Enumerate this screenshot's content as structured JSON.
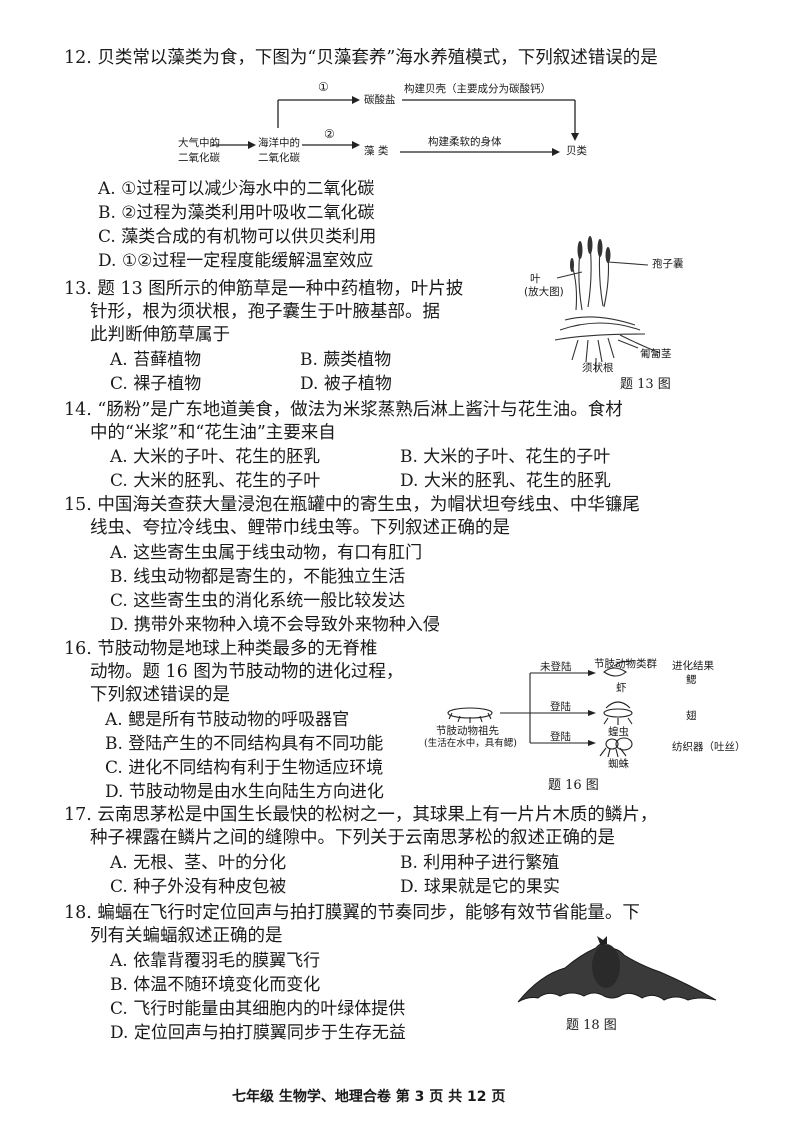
{
  "q12": {
    "stem": "12. 贝类常以藻类为食，下图为“贝藻套养”海水养殖模式，下列叙述错误的是",
    "diagram": {
      "atm": [
        "大气中的",
        "二氧化碳"
      ],
      "sea": [
        "海洋中的",
        "二氧化碳"
      ],
      "p1": "①",
      "p2": "②",
      "carbonate": "碳酸盐",
      "algae": "藻 类",
      "shell": "构建贝壳（主要成分为碳酸钙）",
      "body": "构建柔软的身体",
      "shellfish": "贝类"
    },
    "options": [
      "A. ①过程可以减少海水中的二氧化碳",
      "B. ②过程为藻类利用叶吸收二氧化碳",
      "C. 藻类合成的有机物可以供贝类利用",
      "D. ①②过程一定程度能缓解温室效应"
    ]
  },
  "q13": {
    "stem": [
      "13. 题 13 图所示的伸筋草是一种中药植物，叶片披",
      "针形，根为须状根，孢子囊生于叶腋基部。据",
      "此判断伸筋草属于"
    ],
    "options": [
      "A. 苔藓植物",
      "B. 蕨类植物",
      "C. 裸子植物",
      "D. 被子植物"
    ],
    "fig": {
      "leaf": [
        "叶",
        "(放大图)"
      ],
      "sporangium": "孢子囊",
      "stolon": "匍匐茎",
      "root": "须状根",
      "caption": "题 13 图"
    }
  },
  "q14": {
    "stem": [
      "14. “肠粉”是广东地道美食，做法为米浆蒸熟后淋上酱汁与花生油。食材",
      "中的“米浆”和“花生油”主要来自"
    ],
    "options": [
      "A. 大米的子叶、花生的胚乳",
      "B. 大米的子叶、花生的子叶",
      "C. 大米的胚乳、花生的子叶",
      "D. 大米的胚乳、花生的胚乳"
    ]
  },
  "q15": {
    "stem": [
      "15. 中国海关查获大量浸泡在瓶罐中的寄生虫，为帽状坦夸线虫、中华镰尾",
      "线虫、夸拉冷线虫、鲤带巾线虫等。下列叙述正确的是"
    ],
    "options": [
      "A. 这些寄生虫属于线虫动物，有口有肛门",
      "B. 线虫动物都是寄生的，不能独立生活",
      "C. 这些寄生虫的消化系统一般比较发达",
      "D. 携带外来物种入境不会导致外来物种入侵"
    ]
  },
  "q16": {
    "stem": [
      "16. 节肢动物是地球上种类最多的无脊椎",
      "动物。题 16 图为节肢动物的进化过程，",
      "下列叙述错误的是"
    ],
    "options": [
      "A. 鳃是所有节肢动物的呼吸器官",
      "B. 登陆产生的不同结构具有不同功能",
      "C. 进化不同结构有利于生物适应环境",
      "D. 节肢动物是由水生向陆生方向进化"
    ],
    "fig": {
      "ancestor": [
        "节肢动物祖先",
        "(生活在水中，具有鳃)"
      ],
      "branch1": "未登陆",
      "branch2": "登陆",
      "branch3": "登陆",
      "header": "节肢动物类群",
      "result_header": "进化结果",
      "shrimp": "虾",
      "locust": "蝗虫",
      "spider": "蜘蛛",
      "r1": "鳃",
      "r2": "翅",
      "r3": "纺织器（吐丝）",
      "caption": "题 16 图"
    }
  },
  "q17": {
    "stem": [
      "17. 云南思茅松是中国生长最快的松树之一，其球果上有一片片木质的鳞片，",
      "种子裸露在鳞片之间的缝隙中。下列关于云南思茅松的叙述正确的是"
    ],
    "options": [
      "A. 无根、茎、叶的分化",
      "B. 利用种子进行繁殖",
      "C. 种子外没有种皮包被",
      "D. 球果就是它的果实"
    ]
  },
  "q18": {
    "stem": [
      "18. 蝙蝠在飞行时定位回声与拍打膜翼的节奏同步，能够有效节省能量。下",
      "列有关蝙蝠叙述正确的是"
    ],
    "options": [
      "A. 依靠背覆羽毛的膜翼飞行",
      "B. 体温不随环境变化而变化",
      "C. 飞行时能量由其细胞内的叶绿体提供",
      "D. 定位回声与拍打膜翼同步于生存无益"
    ],
    "fig": {
      "caption": "题 18 图"
    }
  },
  "footer": "七年级 生物学、地理合卷 第 3 页 共 12 页"
}
